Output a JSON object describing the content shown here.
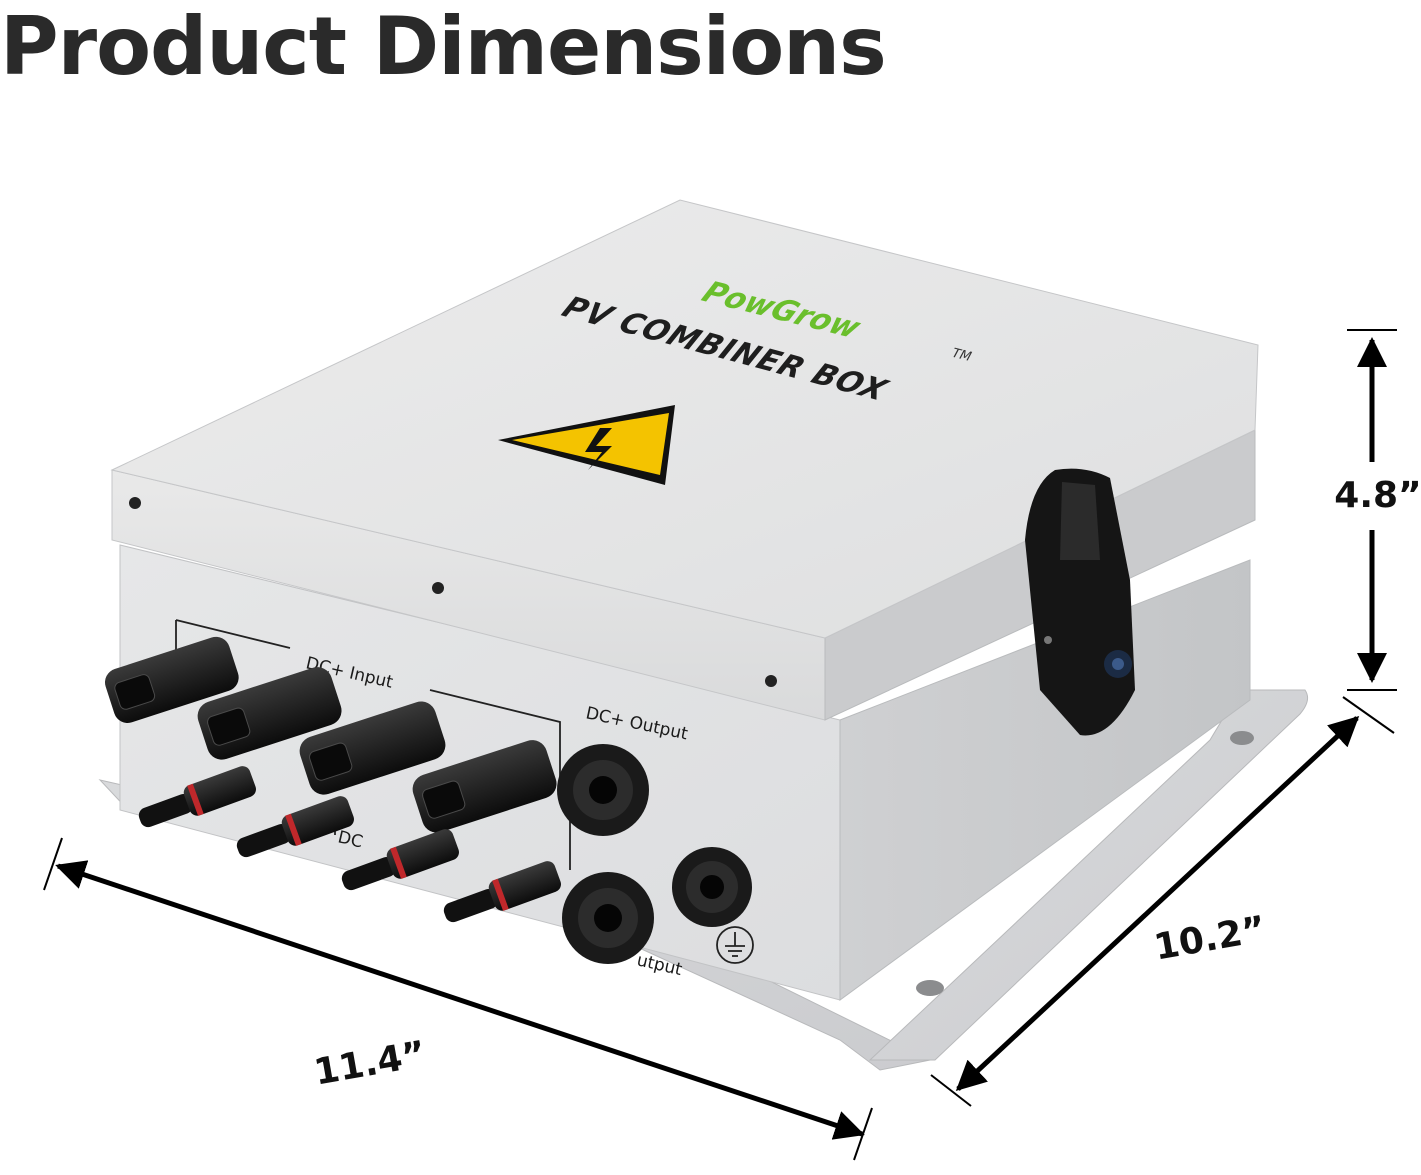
{
  "title": "Product Dimensions",
  "product": {
    "brand": "PowGrow",
    "trademark": "TM",
    "label": "PV COMBINER BOX",
    "port_labels": {
      "input": "DC+ Input",
      "output_top": "DC+ Output",
      "input_lower": "DC",
      "output_lower": "utput"
    },
    "warning_icon": "high-voltage-warning-icon",
    "ground_icon": "ground-symbol-icon"
  },
  "dimensions": {
    "height": "4.8”",
    "depth": "10.2”",
    "width": "11.4”"
  },
  "colors": {
    "title_text": "#2a2a2a",
    "box_body": "#e4e5e6",
    "brand_green": "#6abf2c",
    "warning_yellow": "#f4c300",
    "arrow": "#000000"
  }
}
